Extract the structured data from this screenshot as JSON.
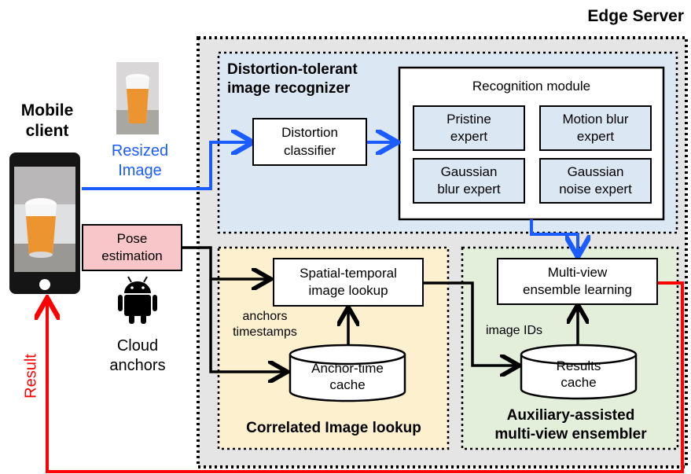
{
  "edge_server": {
    "title": "Edge Server"
  },
  "mobile": {
    "title_line1": "Mobile",
    "title_line2": "client"
  },
  "resized_image": {
    "line1": "Resized",
    "line2": "Image"
  },
  "pose": {
    "line1": "Pose",
    "line2": "estimation"
  },
  "cloud_anchors": {
    "line1": "Cloud",
    "line2": "anchors"
  },
  "result_label": "Result",
  "recognizer": {
    "title_line1": "Distortion-tolerant",
    "title_line2": "image recognizer",
    "classifier_line1": "Distortion",
    "classifier_line2": "classifier",
    "module_title": "Recognition module",
    "experts": [
      {
        "line1": "Pristine",
        "line2": "expert"
      },
      {
        "line1": "Motion blur",
        "line2": "expert"
      },
      {
        "line1": "Gaussian",
        "line2": "blur expert"
      },
      {
        "line1": "Gaussian",
        "line2": "noise expert"
      }
    ]
  },
  "lookup": {
    "title": "Correlated Image lookup",
    "spatial_line1": "Spatial-temporal",
    "spatial_line2": "image lookup",
    "anchors_line1": "anchors",
    "anchors_line2": "timestamps",
    "cache_line1": "Anchor-time",
    "cache_line2": "cache"
  },
  "ensembler": {
    "title_line1": "Auxiliary-assisted",
    "title_line2": "multi-view ensembler",
    "mv_line1": "Multi-view",
    "mv_line2": "ensemble learning",
    "image_ids": "image IDs",
    "cache_line1": "Results",
    "cache_line2": "cache"
  },
  "colors": {
    "blue_arrow": "#1a5cff",
    "red_arrow": "#ff0000",
    "recognizer_bg": "#dce7f4",
    "expert_bg": "#dce7f4",
    "lookup_bg": "#fdf0cf",
    "ensembler_bg": "#e3eedb",
    "server_bg": "#e5e5e5",
    "pose_bg": "#f8c6c9",
    "cup_orange": "#ec9530"
  }
}
